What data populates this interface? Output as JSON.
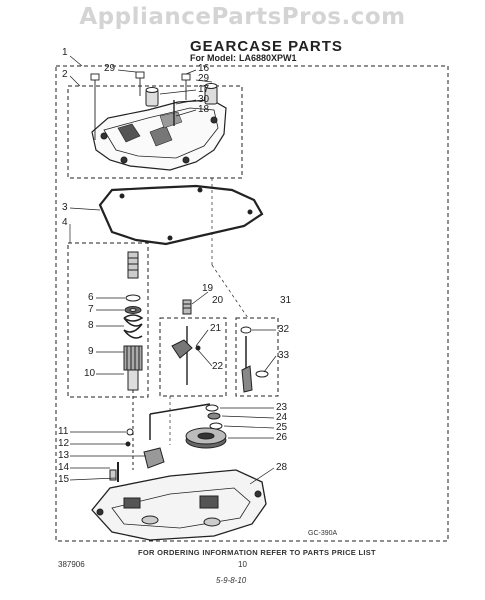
{
  "watermark": "AppliancePartsPros.com",
  "title": "GEARCASE PARTS",
  "subtitle_prefix": "For Model:",
  "model": "LA6880XPW1",
  "callouts": [
    "1",
    "2",
    "29",
    "16",
    "29",
    "17",
    "30",
    "18",
    "3",
    "4",
    "6",
    "7",
    "8",
    "9",
    "10",
    "11",
    "12",
    "13",
    "14",
    "15",
    "19",
    "20",
    "21",
    "22",
    "31",
    "32",
    "33",
    "23",
    "24",
    "25",
    "26",
    "28"
  ],
  "figure_code": "GC-390A",
  "doc_number": "387906",
  "page_number": "10",
  "footer_text": "FOR ORDERING INFORMATION REFER TO PARTS PRICE LIST",
  "handwritten_note": "5-9-8-10"
}
